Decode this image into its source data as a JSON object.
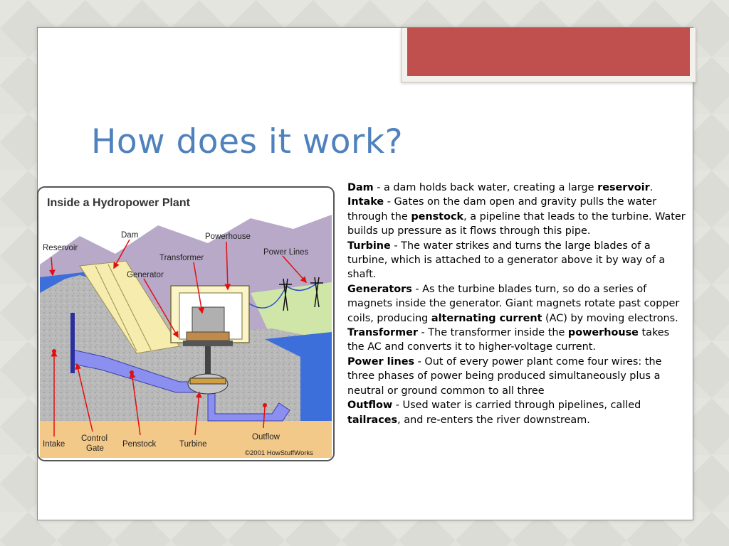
{
  "slide": {
    "title": "How does it work?",
    "accent_color": "#c0504d",
    "title_color": "#4f81bd"
  },
  "diagram": {
    "title": "Inside a Hydropower Plant",
    "labels": {
      "reservoir": "Reservoir",
      "dam": "Dam",
      "powerhouse": "Powerhouse",
      "transformer": "Transformer",
      "power_lines": "Power Lines",
      "generator": "Generator",
      "intake": "Intake",
      "control_gate_1": "Control",
      "control_gate_2": "Gate",
      "penstock": "Penstock",
      "turbine": "Turbine",
      "outflow": "Outflow",
      "copyright": "©2001 HowStuffWorks"
    }
  },
  "paragraphs": [
    {
      "segments": [
        {
          "text": "Dam",
          "bold": true
        },
        {
          "text": " - a dam holds back water, creating a large ",
          "bold": false
        },
        {
          "text": "reservoir",
          "bold": true
        },
        {
          "text": ". ",
          "bold": false
        },
        {
          "text": "Intake",
          "bold": true
        },
        {
          "text": " - Gates on the dam open and gravity pulls the water through the ",
          "bold": false
        },
        {
          "text": "penstock",
          "bold": true
        },
        {
          "text": ", a pipeline that leads to the turbine. Water builds up pressure as it flows through this pipe.",
          "bold": false
        }
      ]
    },
    {
      "segments": [
        {
          "text": "Turbine",
          "bold": true
        },
        {
          "text": " - The water strikes and turns the large blades of a turbine, which is attached to a generator above it by way of a shaft.",
          "bold": false
        }
      ]
    },
    {
      "segments": [
        {
          "text": "Generators",
          "bold": true
        },
        {
          "text": " - As the turbine blades turn, so do a series of magnets inside the generator. Giant magnets rotate past copper coils, producing ",
          "bold": false
        },
        {
          "text": "alternating current",
          "bold": true
        },
        {
          "text": " (AC) by moving electrons.",
          "bold": false
        }
      ]
    },
    {
      "segments": [
        {
          "text": "Transformer",
          "bold": true
        },
        {
          "text": " - The transformer inside the ",
          "bold": false
        },
        {
          "text": "powerhouse",
          "bold": true
        },
        {
          "text": " takes the AC and converts it to higher-voltage current.",
          "bold": false
        }
      ]
    },
    {
      "segments": [
        {
          "text": "Power lines",
          "bold": true
        },
        {
          "text": " - Out of every power plant come four wires: the three phases of power being produced simultaneously plus a neutral or ground common to all three",
          "bold": false
        }
      ]
    },
    {
      "segments": [
        {
          "text": "Outflow",
          "bold": true
        },
        {
          "text": " - Used water is carried through pipelines, called ",
          "bold": false
        },
        {
          "text": "tailraces",
          "bold": true
        },
        {
          "text": ", and re-enters the river downstream.",
          "bold": false
        }
      ]
    }
  ]
}
